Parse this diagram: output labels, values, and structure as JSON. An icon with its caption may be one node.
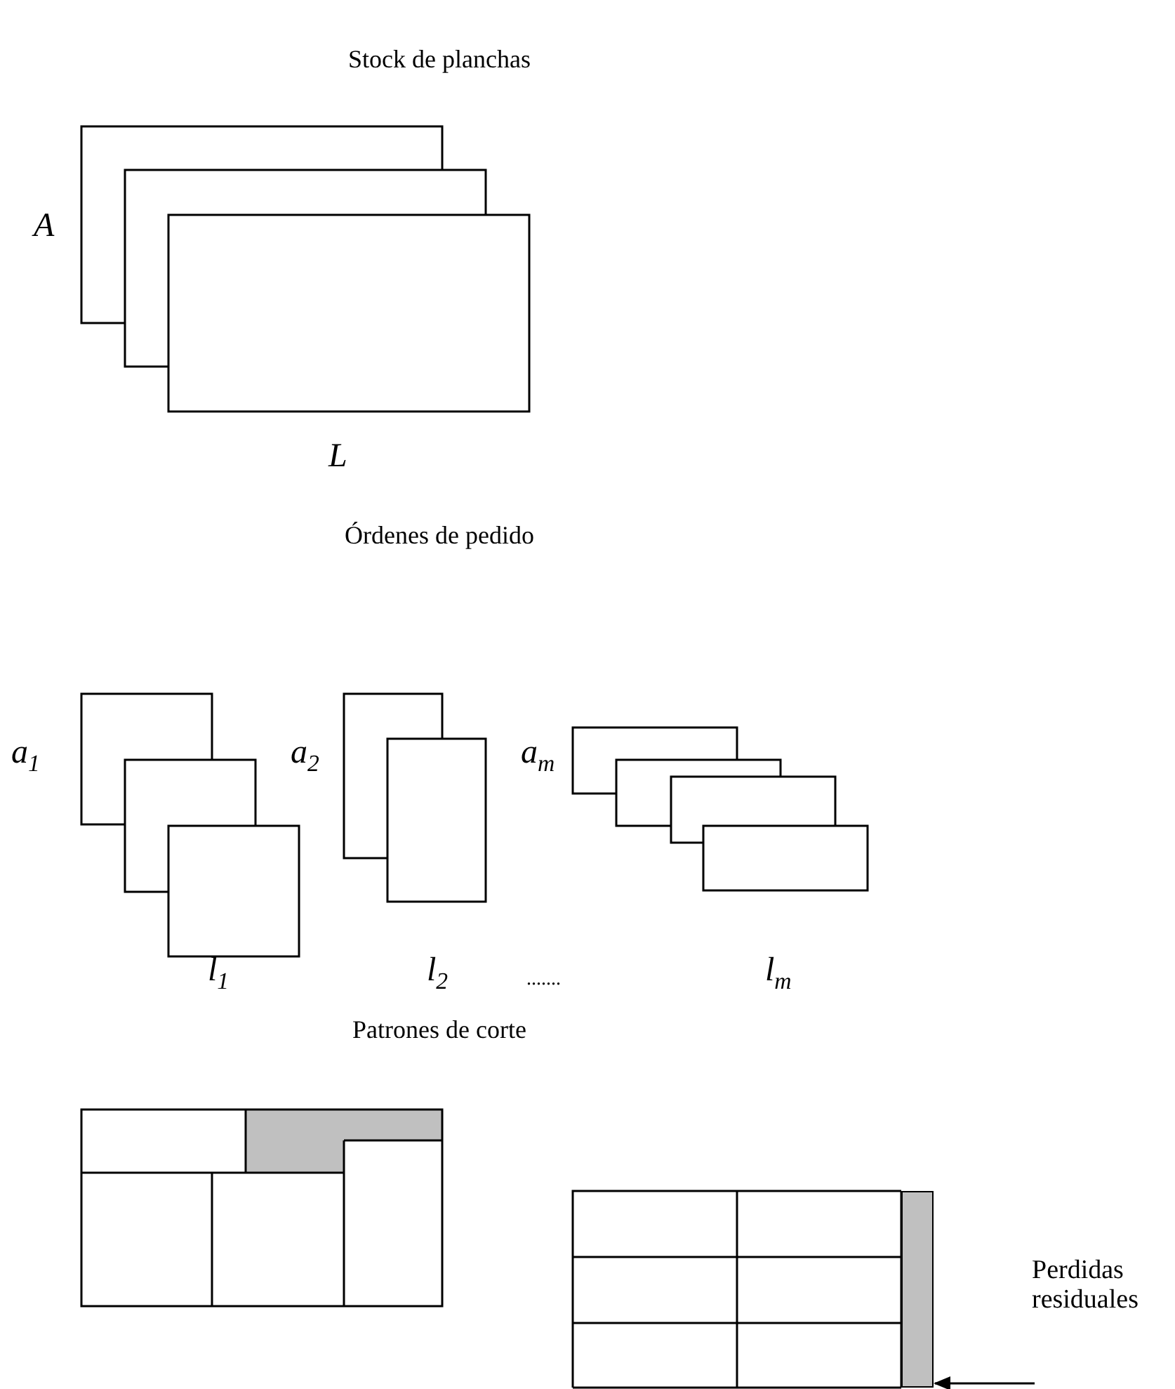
{
  "diagram": {
    "nodes": [
      {
        "text": [],
        "shape": "bar"
      },
      {
        "text": [
          "Perdidas residuales"
        ]
      }
    ],
    "edges": [
      {
        "from": 1,
        "to": 0,
        "arrow": "to"
      }
    ],
    "labels": [
      "Stock de planchas",
      "*A*",
      "*L*",
      "Órdenes de pedido",
      "*a*$_{1}$",
      "*a*$_{2}$",
      "*a*$_{m}$",
      "*l*$_{1}$",
      "*l*$_{2}$",
      ".......",
      "*l*$_{m}$",
      "Patrones de corte"
    ]
  }
}
